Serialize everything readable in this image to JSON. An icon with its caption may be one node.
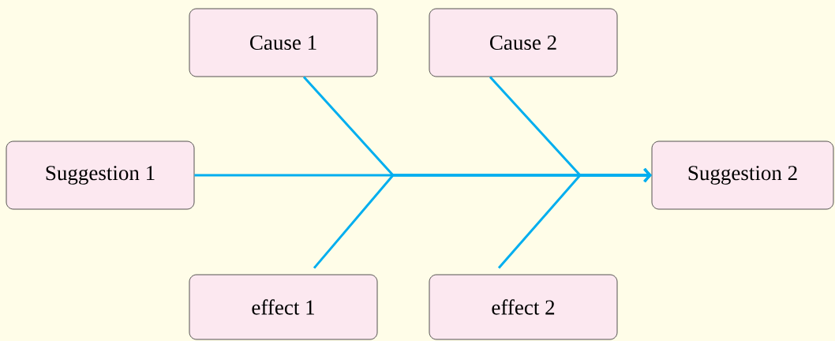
{
  "diagram": {
    "nodes": [
      {
        "text": [
          "Cause 1"
        ]
      },
      {
        "text": [
          "Cause 2"
        ]
      },
      {
        "text": [
          "Suggestion 1"
        ]
      },
      {
        "text": [
          "Suggestion 2"
        ]
      },
      {
        "text": [
          "effect 1"
        ]
      },
      {
        "text": [
          "effect 2"
        ]
      }
    ],
    "edges": [
      {
        "from": 2,
        "to": 3,
        "arrow": "to"
      },
      {
        "from": 0,
        "to": 3,
        "arrow": "to"
      },
      {
        "from": 4,
        "to": 3,
        "arrow": "to"
      },
      {
        "from": 1,
        "to": 3,
        "arrow": "to"
      },
      {
        "from": 5,
        "to": 3,
        "arrow": "to"
      }
    ]
  }
}
